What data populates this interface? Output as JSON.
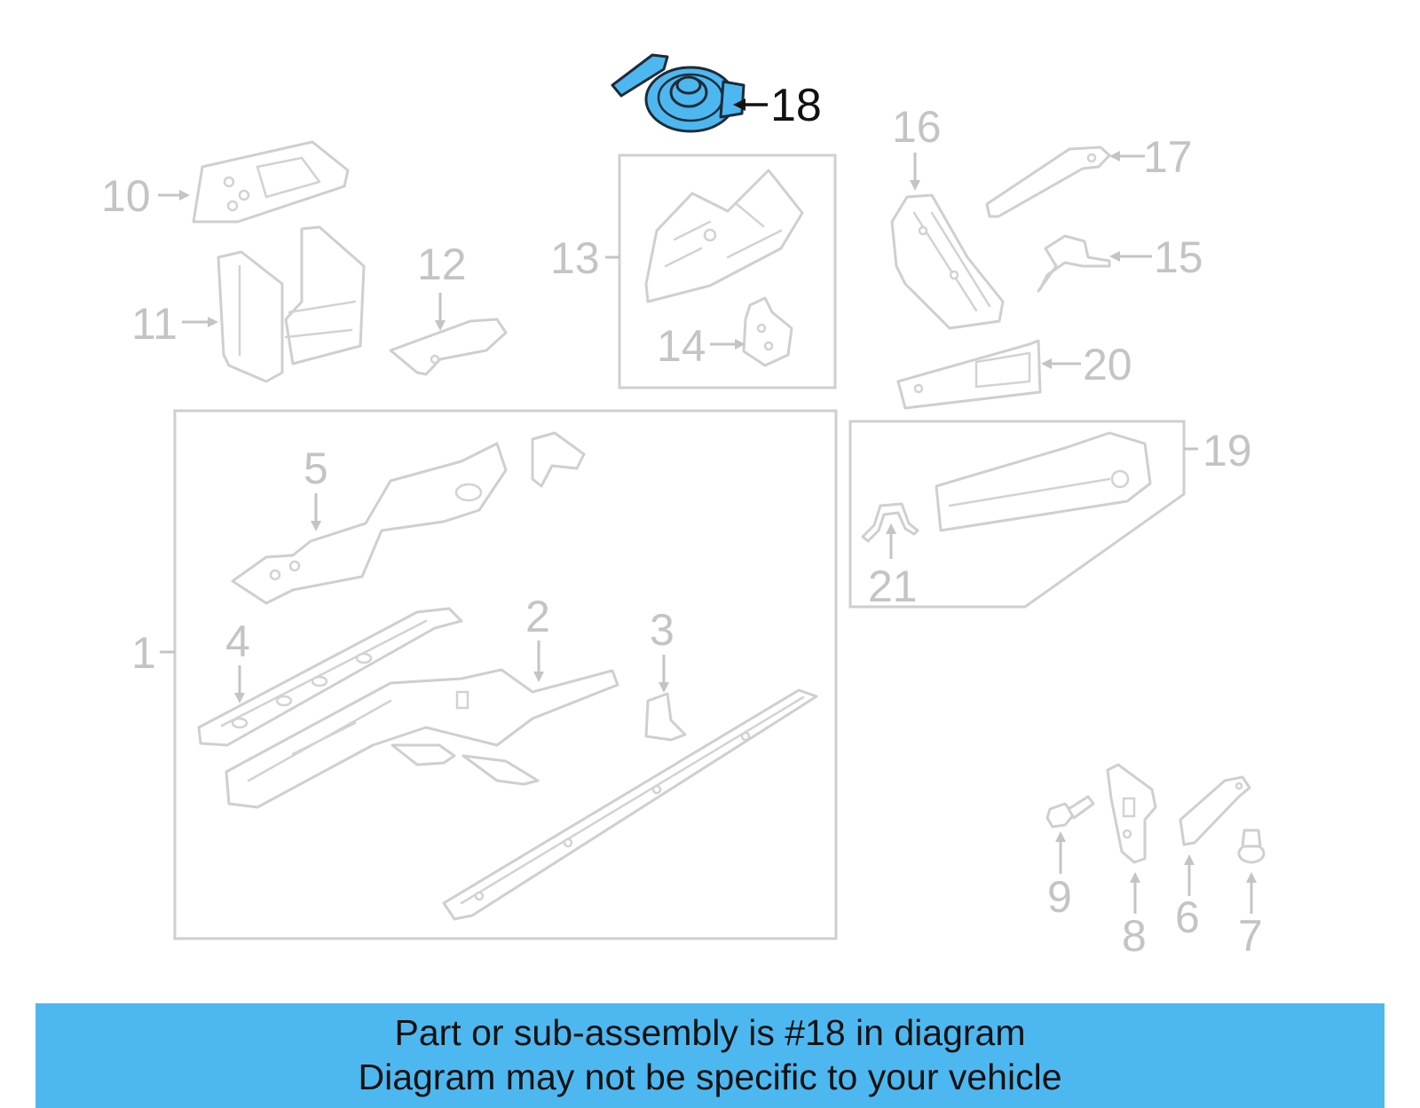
{
  "callouts": {
    "c1": "1",
    "c2": "2",
    "c3": "3",
    "c4": "4",
    "c5": "5",
    "c6": "6",
    "c7": "7",
    "c8": "8",
    "c9": "9",
    "c10": "10",
    "c11": "11",
    "c12": "12",
    "c13": "13",
    "c14": "14",
    "c15": "15",
    "c16": "16",
    "c17": "17",
    "c18": "18",
    "c19": "19",
    "c20": "20",
    "c21": "21"
  },
  "highlighted_callout": "18",
  "highlight_color": "#4db8f0",
  "banner": {
    "line1": "Part or sub-assembly is #18 in diagram",
    "line2": "Diagram may not be specific to your vehicle"
  }
}
